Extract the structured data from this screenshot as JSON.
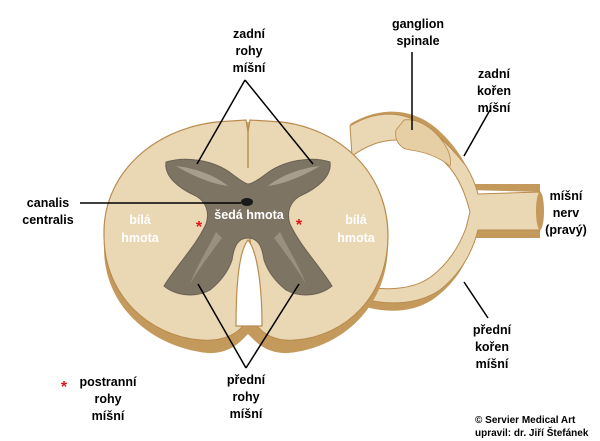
{
  "labels": {
    "zadni_rohy": [
      "zadní",
      "rohy",
      "míšní"
    ],
    "ganglion": [
      "ganglion",
      "spinale"
    ],
    "zadni_koren": [
      "zadní",
      "kořen",
      "míšní"
    ],
    "canalis": [
      "canalis",
      "centralis"
    ],
    "seda_hmota": "šedá hmota",
    "bila_left": [
      "bílá",
      "hmota"
    ],
    "bila_right": [
      "bílá",
      "hmota"
    ],
    "misni_nerv": [
      "míšní",
      "nerv",
      "(pravý)"
    ],
    "predni_koren": [
      "přední",
      "kořen",
      "míšní"
    ],
    "postranni_star": "*",
    "postranni": [
      "postranní",
      "rohy",
      "míšní"
    ],
    "predni_rohy": [
      "přední",
      "rohy",
      "míšní"
    ],
    "marker_star": "*"
  },
  "credits": {
    "line1": "© Servier Medical Art",
    "line2": "upravil: dr. Jiří Štefánek"
  },
  "colors": {
    "white_matter": "#ead7b4",
    "white_matter_shade": "#c49a5c",
    "gray_matter": "#7e7464",
    "gray_highlight": "#a69d8f",
    "star": "#e0141b"
  }
}
